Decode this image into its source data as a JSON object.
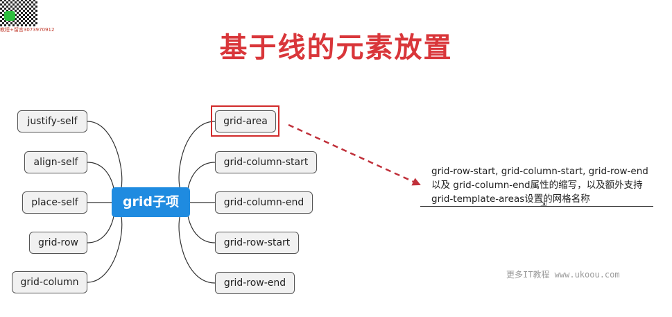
{
  "watermark": {
    "caption": "教程+留言3073970912",
    "icon": "qr-code-icon"
  },
  "title": "基于线的元素放置",
  "center_node": "grid子项",
  "left_nodes": [
    "justify-self",
    "align-self",
    "place-self",
    "grid-row",
    "grid-column"
  ],
  "right_nodes": [
    "grid-area",
    "grid-column-start",
    "grid-column-end",
    "grid-row-start",
    "grid-row-end"
  ],
  "highlighted_node": "grid-area",
  "note": {
    "line1": "grid-row-start, grid-column-start, grid-row-end",
    "line2": "以及 grid-column-end属性的缩写，以及额外支持",
    "line3": "grid-template-areas设置的网格名称"
  },
  "footer": "更多IT教程 www.ukoou.com",
  "colors": {
    "title": "#d9363a",
    "center_node_bg": "#1f8be0",
    "highlight_border": "#d12a2a",
    "arrow": "#c0303a",
    "node_bg": "#f1f1f1"
  }
}
